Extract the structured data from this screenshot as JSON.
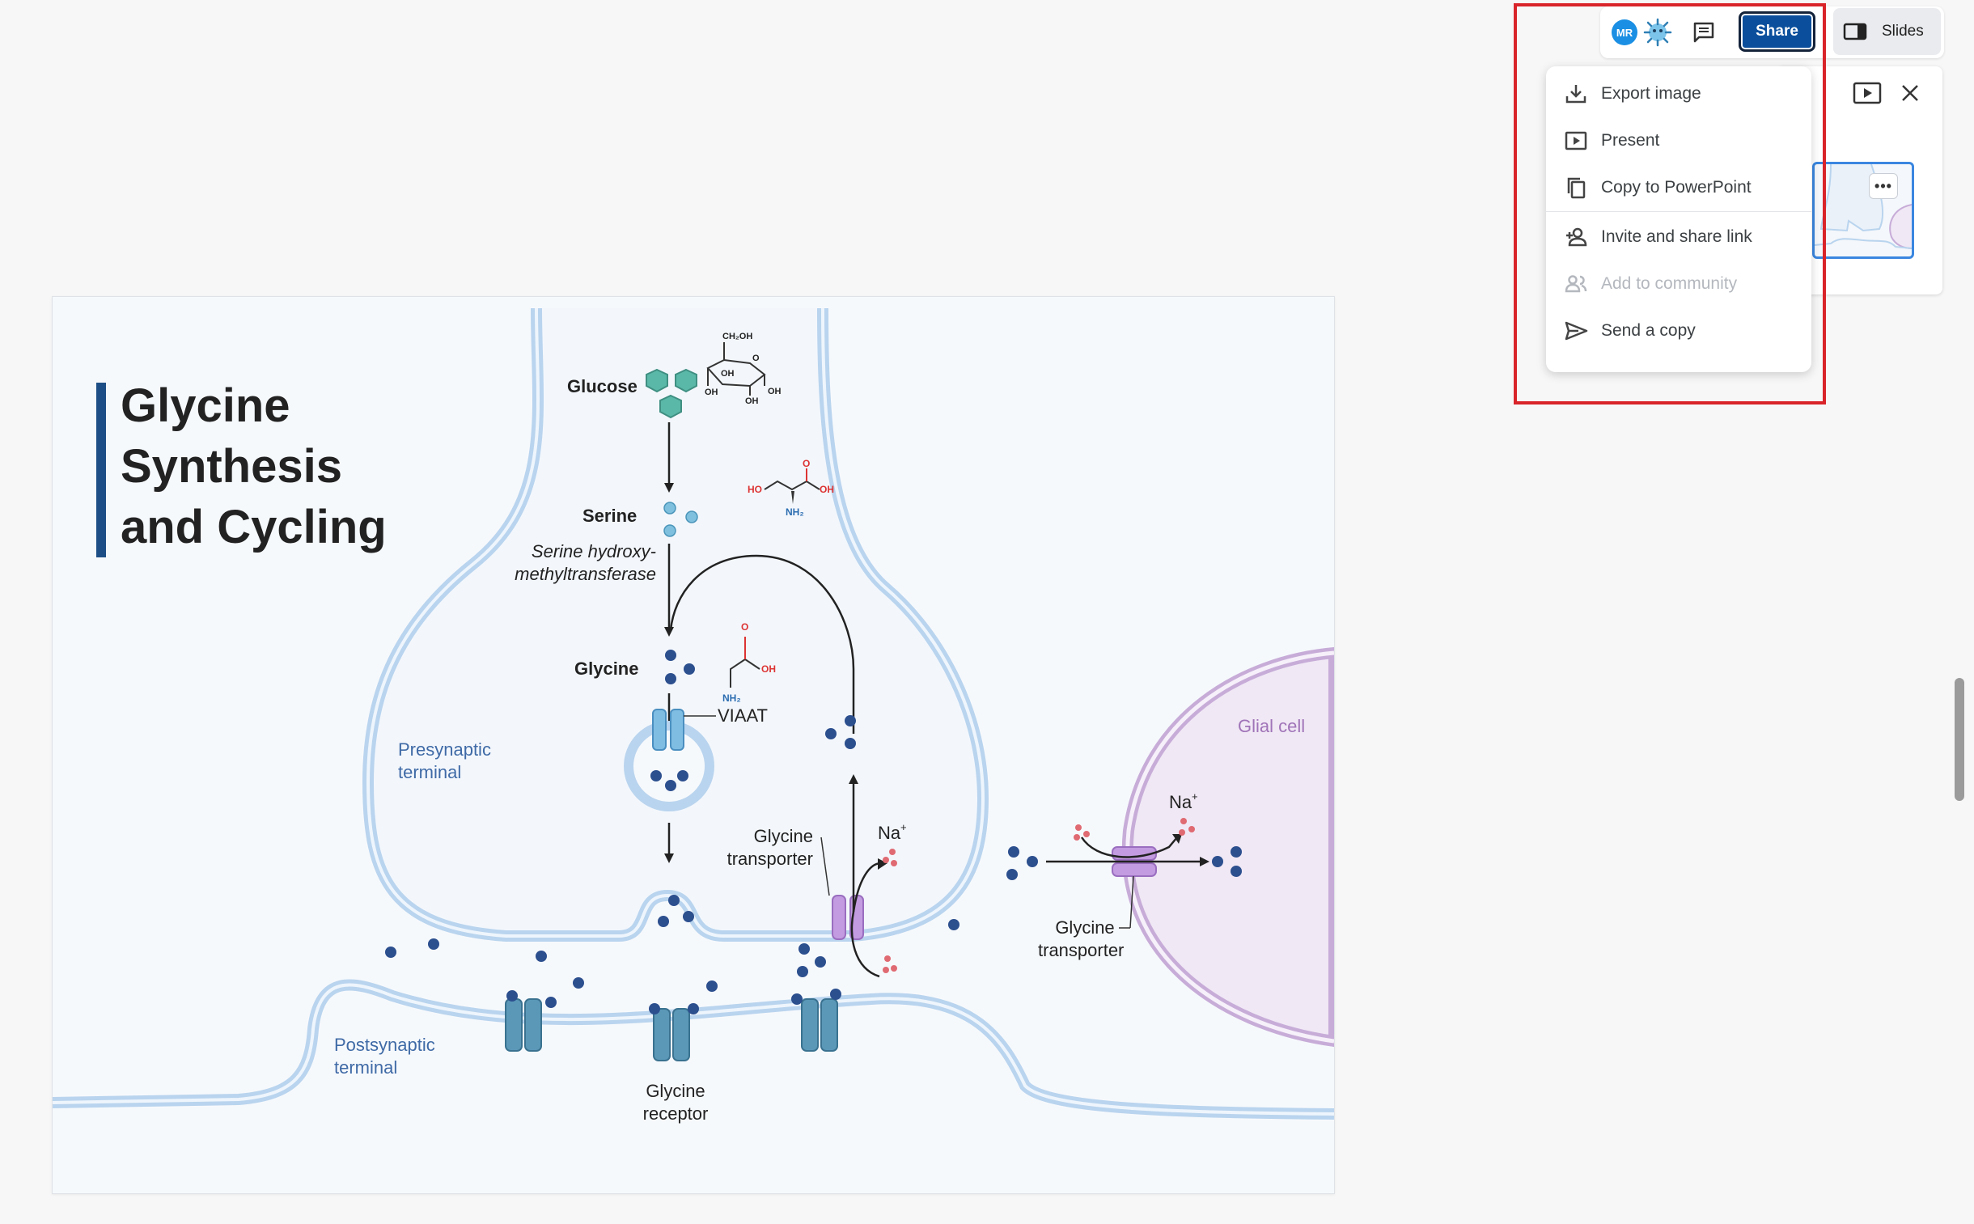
{
  "toolbar": {
    "avatar_initials": "MR",
    "comment_icon": "comment-icon",
    "share_label": "Share",
    "slides_label": "Slides",
    "accent_color": "#0b4f9c"
  },
  "share_menu": {
    "items": [
      {
        "label": "Export image",
        "icon": "download-icon",
        "disabled": false
      },
      {
        "label": "Present",
        "icon": "present-icon",
        "disabled": false
      },
      {
        "label": "Copy to PowerPoint",
        "icon": "copy-icon",
        "disabled": false
      },
      {
        "label": "Invite and share link",
        "icon": "person-add-icon",
        "disabled": false
      },
      {
        "label": "Add to community",
        "icon": "group-icon",
        "disabled": true
      },
      {
        "label": "Send a copy",
        "icon": "send-icon",
        "disabled": false
      }
    ]
  },
  "slides_panel": {
    "present_icon": "play-icon",
    "close_icon": "close-icon"
  },
  "diagram": {
    "title_line1": "Glycine",
    "title_line2": "Synthesis",
    "title_line3": "and Cycling",
    "glucose": "Glucose",
    "serine": "Serine",
    "enzyme_line1": "Serine hydroxy-",
    "enzyme_line2": "methyltransferase",
    "glycine": "Glycine",
    "viaat": "VIAAT",
    "presynaptic_line1": "Presynaptic",
    "presynaptic_line2": "terminal",
    "postsynaptic_line1": "Postsynaptic",
    "postsynaptic_line2": "terminal",
    "glial": "Glial cell",
    "transporter1_line1": "Glycine",
    "transporter1_line2": "transporter",
    "transporter2_line1": "Glycine",
    "transporter2_line2": "transporter",
    "receptor_line1": "Glycine",
    "receptor_line2": "receptor",
    "na1": "Na",
    "na2": "Na",
    "plus": "+",
    "chem_ch2oh": "CH₂OH",
    "chem_oh": "OH",
    "chem_o": "O",
    "chem_ho": "HO",
    "chem_nh2": "NH₂"
  }
}
